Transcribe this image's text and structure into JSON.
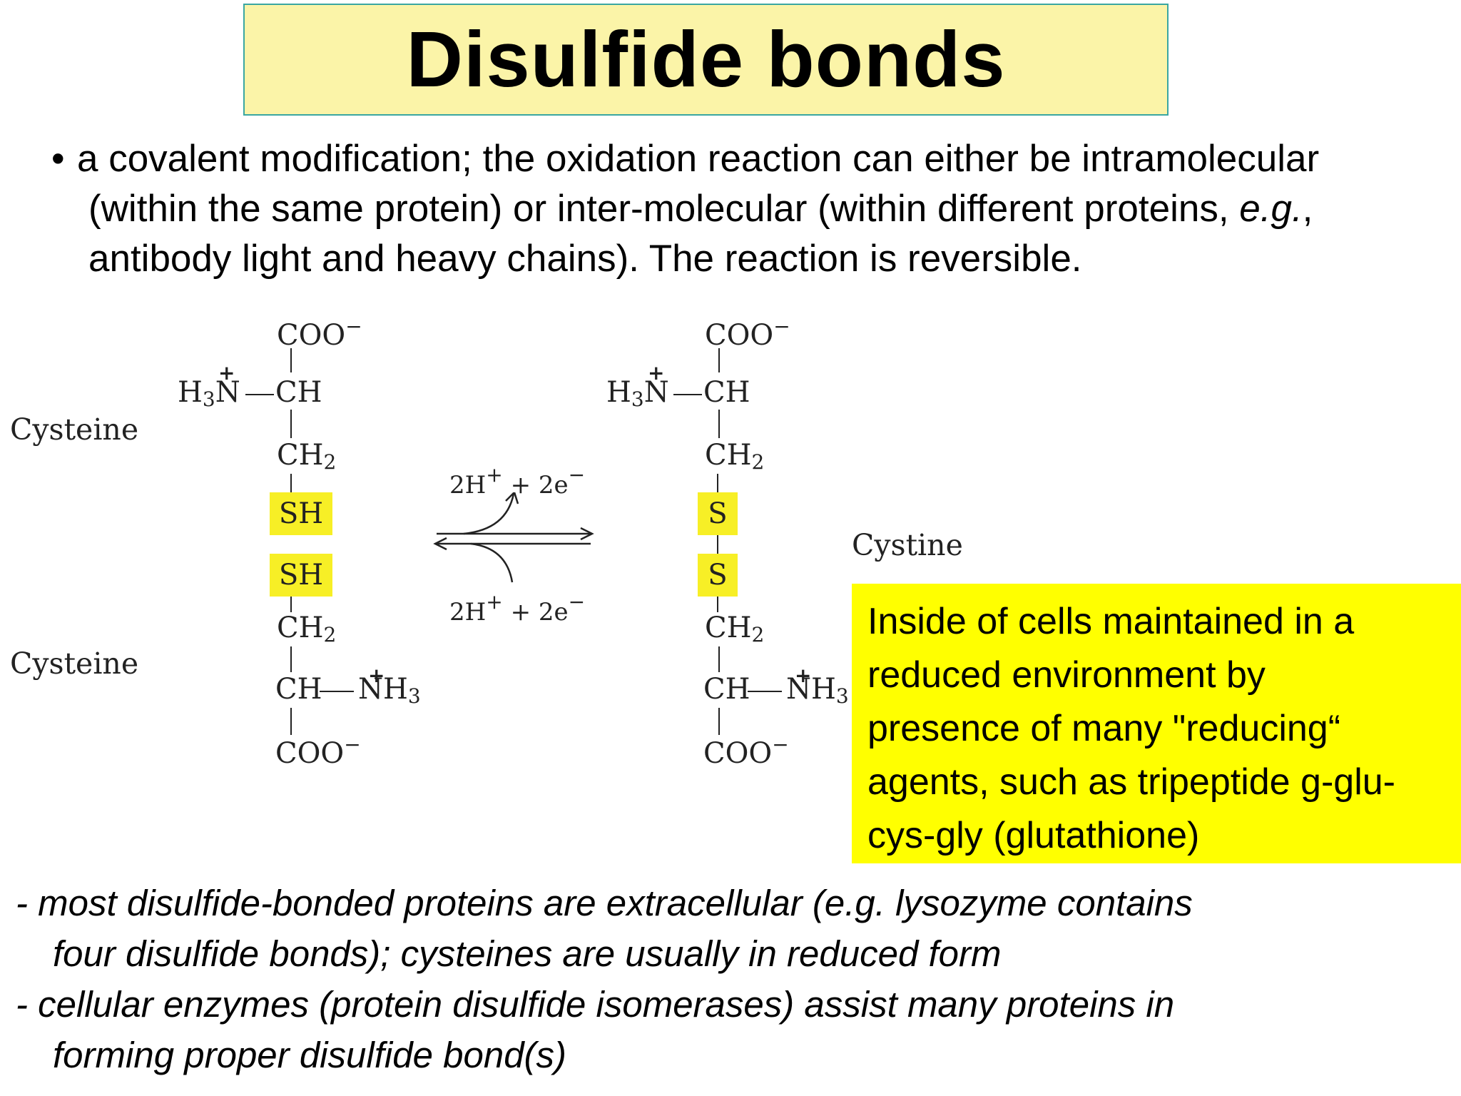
{
  "title": "Disulfide bonds",
  "intro": {
    "bullet": "•",
    "line1": "a covalent modification; the oxidation reaction can either be intramolecular",
    "line2_pre": "(within the same protein) or inter-molecular (within different proteins, ",
    "line2_em": "e.g.",
    "line2_post": ",",
    "line3": "antibody light and heavy chains). The reaction is reversible."
  },
  "diagram": {
    "label_cysteine_top": "Cysteine",
    "label_cysteine_bottom": "Cysteine",
    "label_cystine": "Cystine",
    "coo": "COO",
    "minus": "−",
    "h3n": "H",
    "h3n_sub": "3",
    "n": "N",
    "ch": "CH",
    "ch2": "CH",
    "ch2_sub": "2",
    "sh": "SH",
    "s": "S",
    "nh3": "NH",
    "nh3_sub": "3",
    "plus": "+",
    "reaction_top": "2H",
    "reaction_top_rest": " + 2e",
    "reaction_bottom": "2H",
    "reaction_bottom_rest": " + 2e",
    "reaction_sup_plus": "+",
    "reaction_sup_minus": "−"
  },
  "callout": {
    "line1": "Inside of cells maintained in a",
    "line2": "reduced environment by",
    "line3": "presence of many \"reducing“",
    "line4": "agents, such as tripeptide g-glu-",
    "line5": "cys-gly (glutathione)"
  },
  "notes": {
    "n1_a": "- most disulfide-bonded proteins are extracellular (e.g. lysozyme contains",
    "n1_b": "four disulfide bonds); cysteines are usually in reduced form",
    "n2_a": "- cellular enzymes (protein disulfide isomerases) assist many proteins in",
    "n2_b": "forming proper disulfide bond(s)"
  },
  "colors": {
    "title_bg": "#fbf4a8",
    "title_border": "#3aa6a2",
    "highlight": "#f7ef26",
    "callout_bg": "#ffff00"
  }
}
